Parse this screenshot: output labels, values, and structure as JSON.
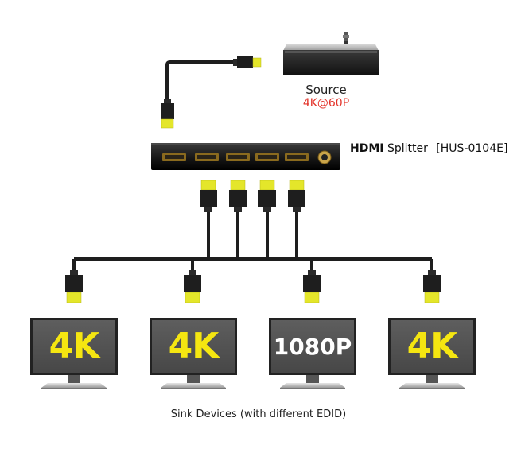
{
  "source": {
    "label": "Source",
    "resolution": "4K@60P"
  },
  "splitter": {
    "brand": "HDMI",
    "name": "Splitter",
    "model": "[HUS-0104E]"
  },
  "sinks": [
    {
      "label": "4K"
    },
    {
      "label": "4K"
    },
    {
      "label": "1080P"
    },
    {
      "label": "4K"
    }
  ],
  "caption": "Sink Devices (with different EDID)",
  "colors": {
    "cable": "#1e1e1e",
    "connector_tip": "#e4e62a",
    "label_4k": "#f5e611",
    "label_1080p": "#ffffff",
    "source_resolution": "#e3332a",
    "screen": "#545454"
  }
}
